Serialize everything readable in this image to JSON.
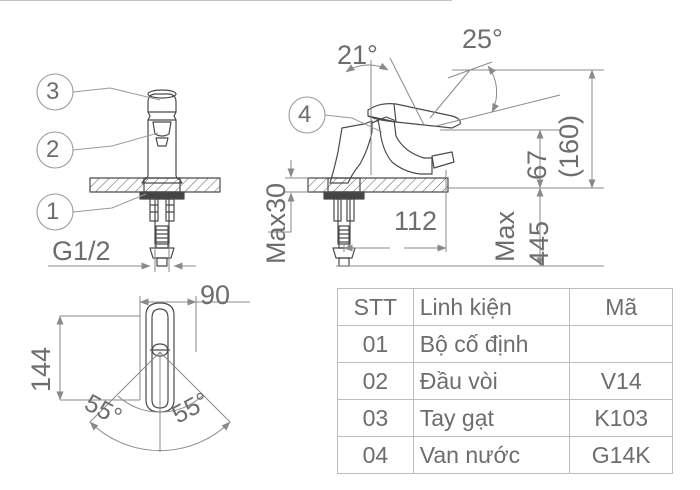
{
  "drawing": {
    "title": "Faucet technical drawing",
    "views": {
      "front": {
        "callouts": [
          {
            "id": "3",
            "label": "3"
          },
          {
            "id": "2",
            "label": "2"
          },
          {
            "id": "1",
            "label": "1"
          }
        ],
        "thread_label": "G1/2"
      },
      "side": {
        "callouts": [
          {
            "id": "4",
            "label": "4"
          }
        ],
        "angle_handle": "21°",
        "angle_spout": "25°",
        "deck_thickness": "Max30",
        "spout_reach": "112",
        "height_total": "(160)",
        "height_spout": "67",
        "max_label": "Max",
        "max_value": "445"
      },
      "plan": {
        "width": "90",
        "depth": "144",
        "swing_left": "55°",
        "swing_right": "55°"
      }
    }
  },
  "parts_table": {
    "headers": [
      "STT",
      "Linh kiện",
      "Mã"
    ],
    "rows": [
      {
        "stt": "01",
        "name": "Bộ cố định",
        "code": ""
      },
      {
        "stt": "02",
        "name": "Đầu vòi",
        "code": "V14"
      },
      {
        "stt": "03",
        "name": "Tay gạt",
        "code": "K103"
      },
      {
        "stt": "04",
        "name": "Van nước",
        "code": "G14K"
      }
    ]
  },
  "colors": {
    "line": "#4a4a4a",
    "dim": "#8a8a8a",
    "text": "#6d6d6d",
    "background": "#ffffff"
  }
}
